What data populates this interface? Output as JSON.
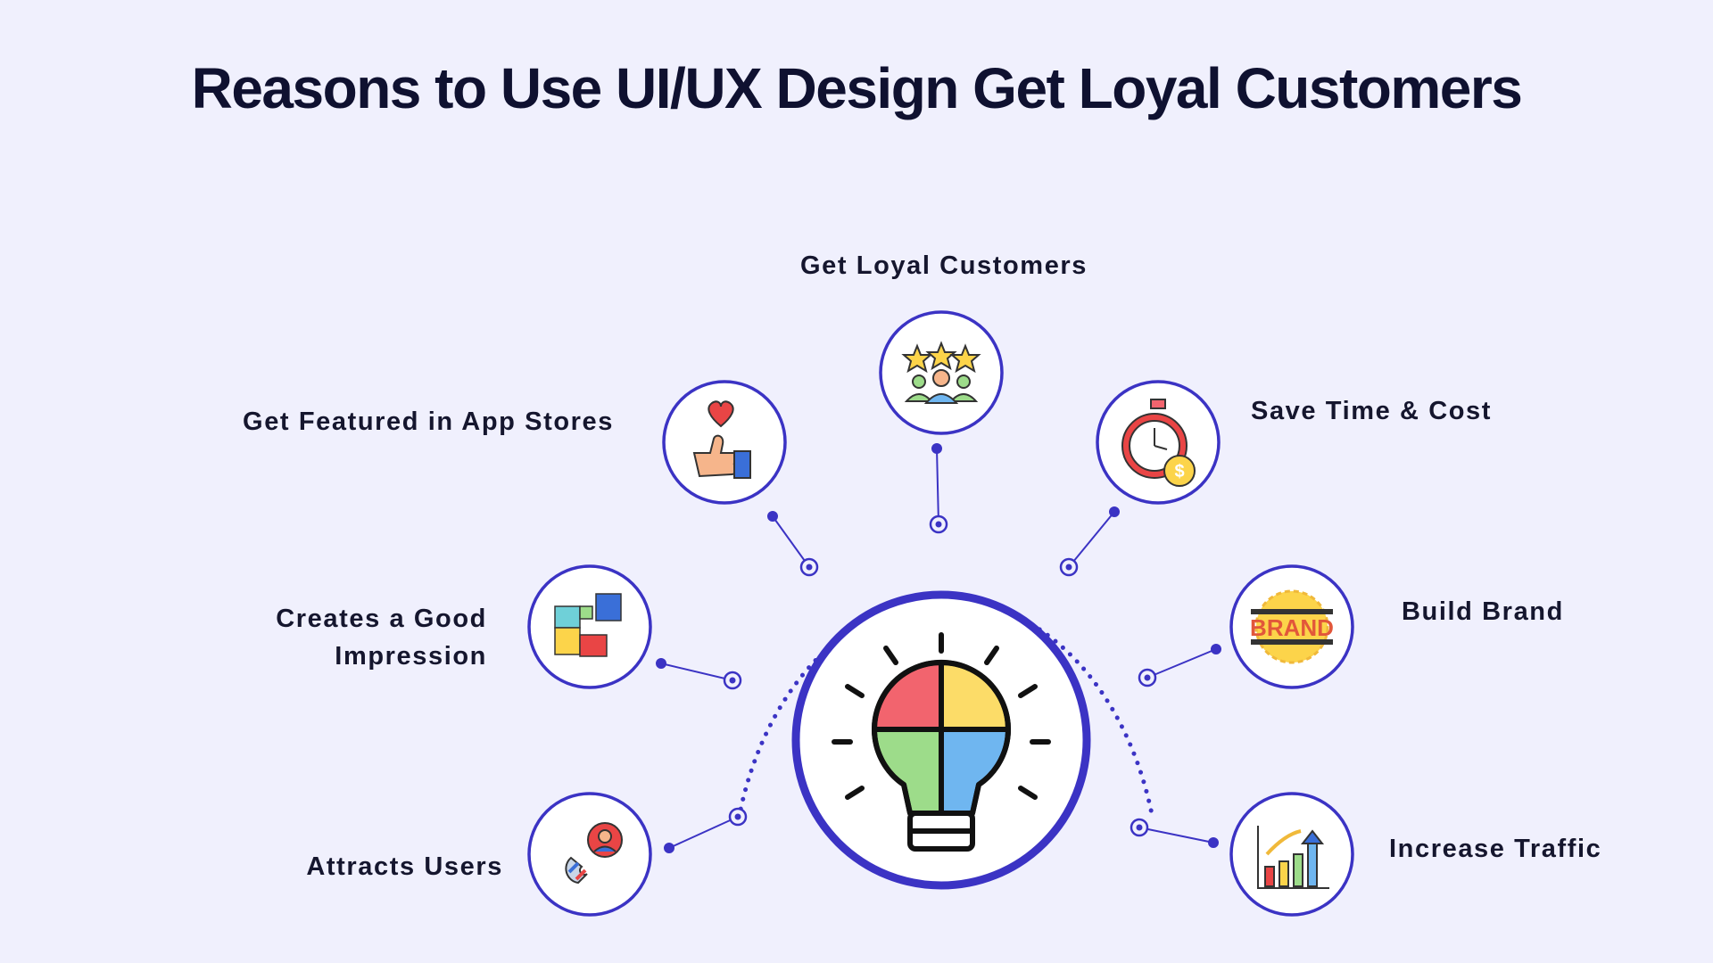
{
  "title": "Reasons to Use UI/UX Design Get Loyal Customers",
  "colors": {
    "background": "#f0f0fd",
    "accent": "#3b33c4",
    "title": "#0f1130"
  },
  "hub": {
    "icon": "lightbulb-puzzle-icon"
  },
  "items": [
    {
      "id": "loyal",
      "label": "Get Loyal Customers",
      "icon": "rated-customers-icon"
    },
    {
      "id": "featured",
      "label": "Get Featured in App Stores",
      "icon": "thumbs-up-heart-icon"
    },
    {
      "id": "savetime",
      "label": "Save Time & Cost",
      "icon": "stopwatch-dollar-icon"
    },
    {
      "id": "impression",
      "label_line1": "Creates a Good",
      "label_line2": "Impression",
      "icon": "puzzle-pieces-icon"
    },
    {
      "id": "brand",
      "label": "Build Brand",
      "icon": "brand-badge-icon",
      "badge_text": "BRAND"
    },
    {
      "id": "attracts",
      "label": "Attracts Users",
      "icon": "magnet-user-icon"
    },
    {
      "id": "traffic",
      "label": "Increase Traffic",
      "icon": "growth-chart-icon"
    }
  ]
}
